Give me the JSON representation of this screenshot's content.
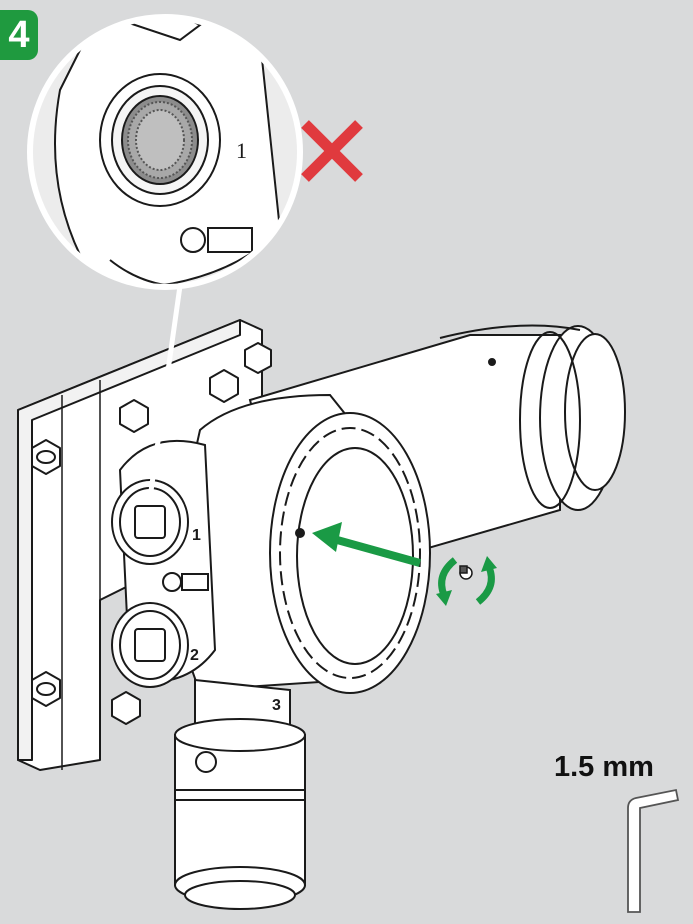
{
  "step": {
    "number": "4"
  },
  "tool": {
    "size_label": "1.5 mm",
    "name": "hex-key"
  },
  "port_labels": {
    "port1": "1",
    "port2": "2",
    "port3": "3",
    "detail_port": "1"
  },
  "colors": {
    "background": "#d9dadb",
    "accent_green": "#1f9a3f",
    "arrow_green": "#1a9a45",
    "cross_red": "#e03a3e",
    "line": "#1a1a1a",
    "fill": "#ffffff"
  },
  "indicators": {
    "detail_status": "not-allowed",
    "rotation": "turn-screw",
    "direction": "point-to-cover-set-screw"
  }
}
